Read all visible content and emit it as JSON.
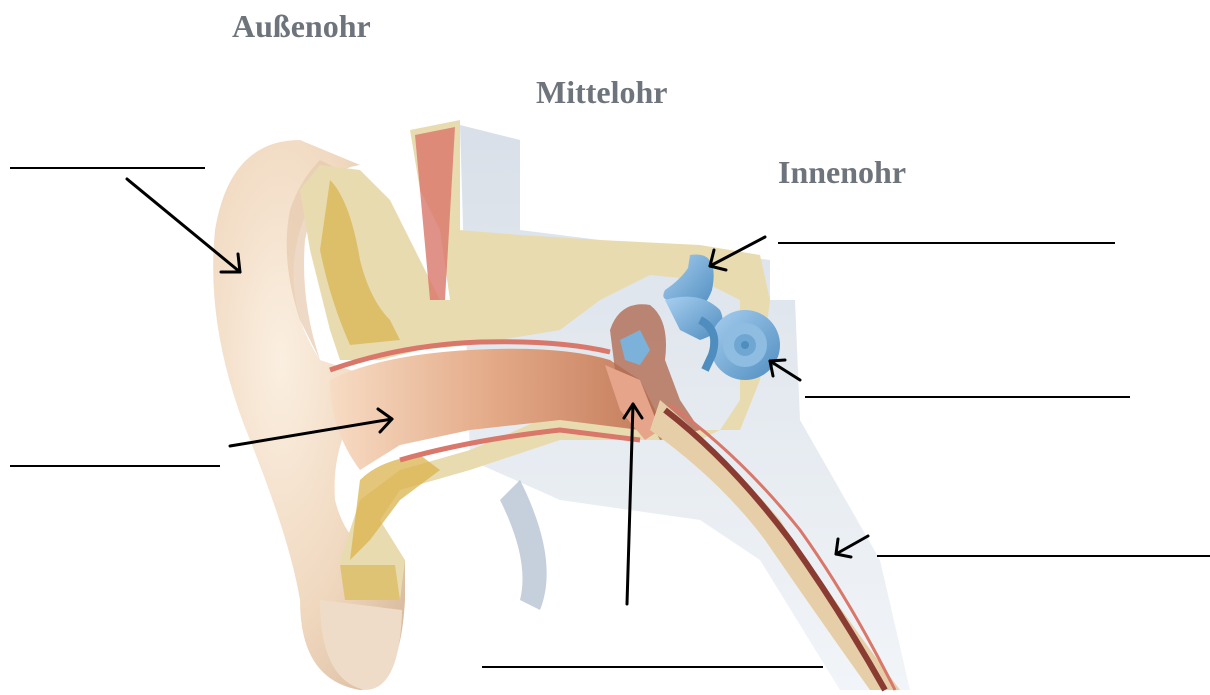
{
  "labels": {
    "outer_ear": "Außenohr",
    "middle_ear": "Mittelohr",
    "inner_ear": "Innenohr"
  },
  "answer_blanks": [
    {
      "id": "blank-auricle",
      "value": ""
    },
    {
      "id": "blank-ear-canal",
      "value": ""
    },
    {
      "id": "blank-eardrum",
      "value": ""
    },
    {
      "id": "blank-semicircular-canals",
      "value": ""
    },
    {
      "id": "blank-cochlea",
      "value": ""
    },
    {
      "id": "blank-eustachian-tube",
      "value": ""
    }
  ],
  "colors": {
    "region_label": "#6e747b",
    "skin": "#f1dcc4",
    "bone": "#e9dbb0",
    "bone_marrow": "#d9b34c",
    "tissue": "#d9776a",
    "inner_ear": "#6fa7d2",
    "canal": "#d8a07d",
    "lines": "#000000"
  }
}
